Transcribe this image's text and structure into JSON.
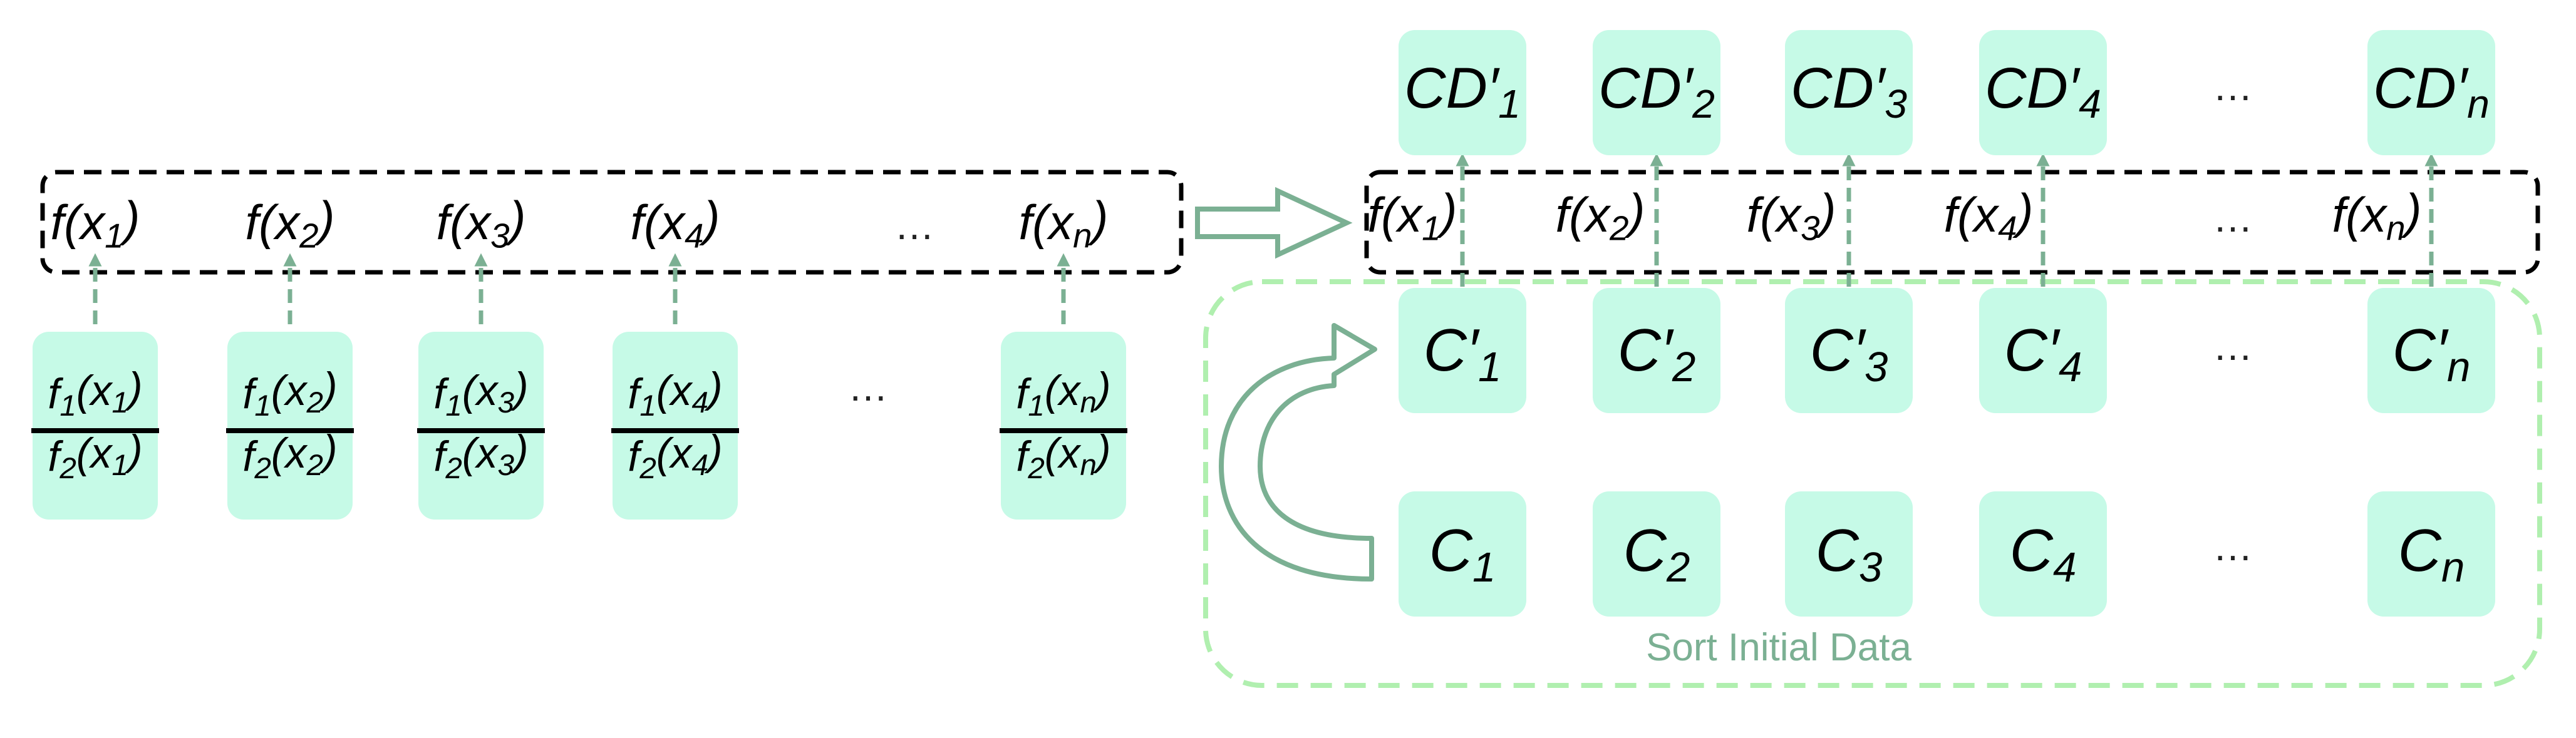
{
  "colors": {
    "box_fill": "#c6fae7",
    "arrow": "#7bb093",
    "group_border": "#b0efaf",
    "dashed_box": "#000000"
  },
  "left_row": {
    "labels": [
      {
        "base": "f(x",
        "sub": "1",
        "close": ")"
      },
      {
        "base": "f(x",
        "sub": "2",
        "close": ")"
      },
      {
        "base": "f(x",
        "sub": "3",
        "close": ")"
      },
      {
        "base": "f(x",
        "sub": "4",
        "close": ")"
      },
      {
        "base": "f(x",
        "sub": "n",
        "close": ")"
      }
    ],
    "ellipsis": "…"
  },
  "fractions": {
    "items": [
      {
        "num_f": "f",
        "num_fsub": "1",
        "num_open": "(x",
        "num_xsub": "1",
        "num_close": ")",
        "den_f": "f",
        "den_fsub": "2",
        "den_open": "(x",
        "den_xsub": "1",
        "den_close": ")"
      },
      {
        "num_f": "f",
        "num_fsub": "1",
        "num_open": "(x",
        "num_xsub": "2",
        "num_close": ")",
        "den_f": "f",
        "den_fsub": "2",
        "den_open": "(x",
        "den_xsub": "2",
        "den_close": ")"
      },
      {
        "num_f": "f",
        "num_fsub": "1",
        "num_open": "(x",
        "num_xsub": "3",
        "num_close": ")",
        "den_f": "f",
        "den_fsub": "2",
        "den_open": "(x",
        "den_xsub": "3",
        "den_close": ")"
      },
      {
        "num_f": "f",
        "num_fsub": "1",
        "num_open": "(x",
        "num_xsub": "4",
        "num_close": ")",
        "den_f": "f",
        "den_fsub": "2",
        "den_open": "(x",
        "den_xsub": "4",
        "den_close": ")"
      },
      {
        "num_f": "f",
        "num_fsub": "1",
        "num_open": "(x",
        "num_xsub": "n",
        "num_close": ")",
        "den_f": "f",
        "den_fsub": "2",
        "den_open": "(x",
        "den_xsub": "n",
        "den_close": ")"
      }
    ],
    "ellipsis": "…"
  },
  "right_row": {
    "labels": [
      {
        "base": "f(x",
        "sub": "1",
        "close": ")"
      },
      {
        "base": "f(x",
        "sub": "2",
        "close": ")"
      },
      {
        "base": "f(x",
        "sub": "3",
        "close": ")"
      },
      {
        "base": "f(x",
        "sub": "4",
        "close": ")"
      },
      {
        "base": "f(x",
        "sub": "n",
        "close": ")"
      }
    ],
    "ellipsis": "…"
  },
  "cd_boxes": {
    "items": [
      {
        "base": "CD′",
        "sub": "1"
      },
      {
        "base": "CD′",
        "sub": "2"
      },
      {
        "base": "CD′",
        "sub": "3"
      },
      {
        "base": "CD′",
        "sub": "4"
      },
      {
        "base": "CD′",
        "sub": "n"
      }
    ],
    "ellipsis": "…"
  },
  "sorted_boxes": {
    "items": [
      {
        "base": "C′",
        "sub": "1"
      },
      {
        "base": "C′",
        "sub": "2"
      },
      {
        "base": "C′",
        "sub": "3"
      },
      {
        "base": "C′",
        "sub": "4"
      },
      {
        "base": "C′",
        "sub": "n"
      }
    ],
    "ellipsis": "…"
  },
  "initial_boxes": {
    "items": [
      {
        "base": "C",
        "sub": "1"
      },
      {
        "base": "C",
        "sub": "2"
      },
      {
        "base": "C",
        "sub": "3"
      },
      {
        "base": "C",
        "sub": "4"
      },
      {
        "base": "C",
        "sub": "n"
      }
    ],
    "ellipsis": "…"
  },
  "group_caption": "Sort Initial Data"
}
